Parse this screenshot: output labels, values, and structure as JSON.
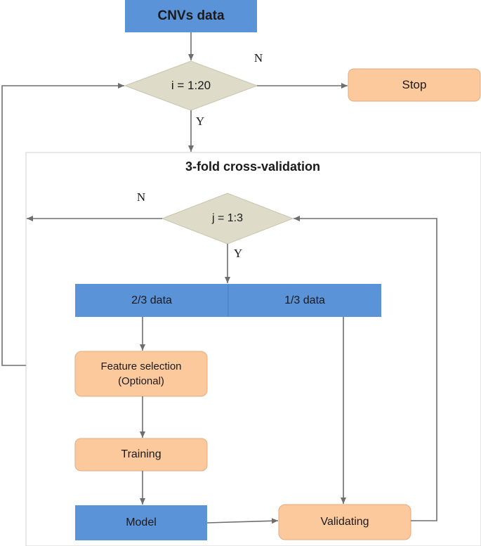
{
  "colors": {
    "blue": "#5b93d9",
    "orange": "#fcc99c",
    "orange_stroke": "#e5ab7d",
    "diamond": "#dedbc8",
    "diamond_stroke": "#c9c5ad",
    "arrow": "#6e6e6e",
    "frame": "#d0d0d0"
  },
  "nodes": {
    "cnvs_data": "CNVs data",
    "outer_decision": "i = 1:20",
    "stop": "Stop",
    "cv_title": "3-fold cross-validation",
    "inner_decision": "j = 1:3",
    "two_thirds": "2/3 data",
    "one_third": "1/3 data",
    "feature_selection": "Feature selection\n(Optional)",
    "training": "Training",
    "model": "Model",
    "validating": "Validating"
  },
  "edge_labels": {
    "outer_no": "N",
    "outer_yes": "Y",
    "inner_no": "N",
    "inner_yes": "Y"
  }
}
